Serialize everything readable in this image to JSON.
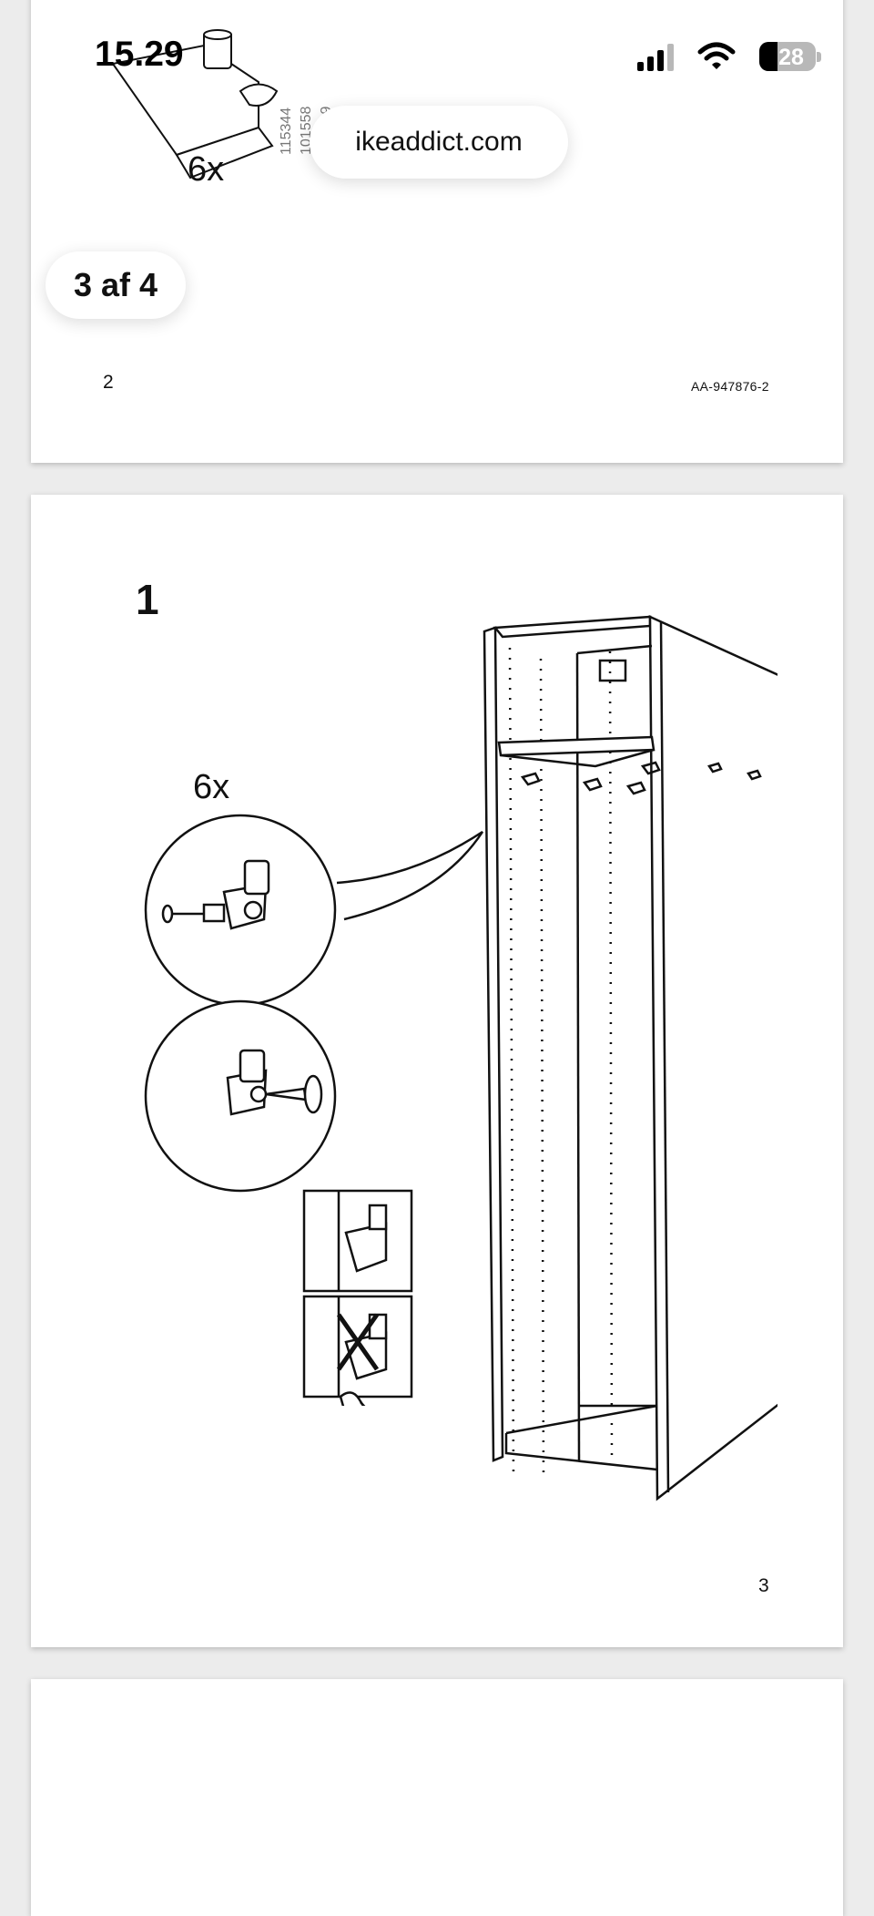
{
  "status_bar": {
    "time": "15.29",
    "battery": "28"
  },
  "browser": {
    "url": "ikeaddict.com",
    "page_indicator": "3 af 4"
  },
  "pages": {
    "page2": {
      "part_quantity": "6x",
      "part_codes": [
        "115344",
        "101558",
        "139199"
      ],
      "page_number": "2",
      "doc_id": "AA-947876-2"
    },
    "page3": {
      "step_number": "1",
      "quantity": "6x",
      "page_number": "3"
    }
  }
}
